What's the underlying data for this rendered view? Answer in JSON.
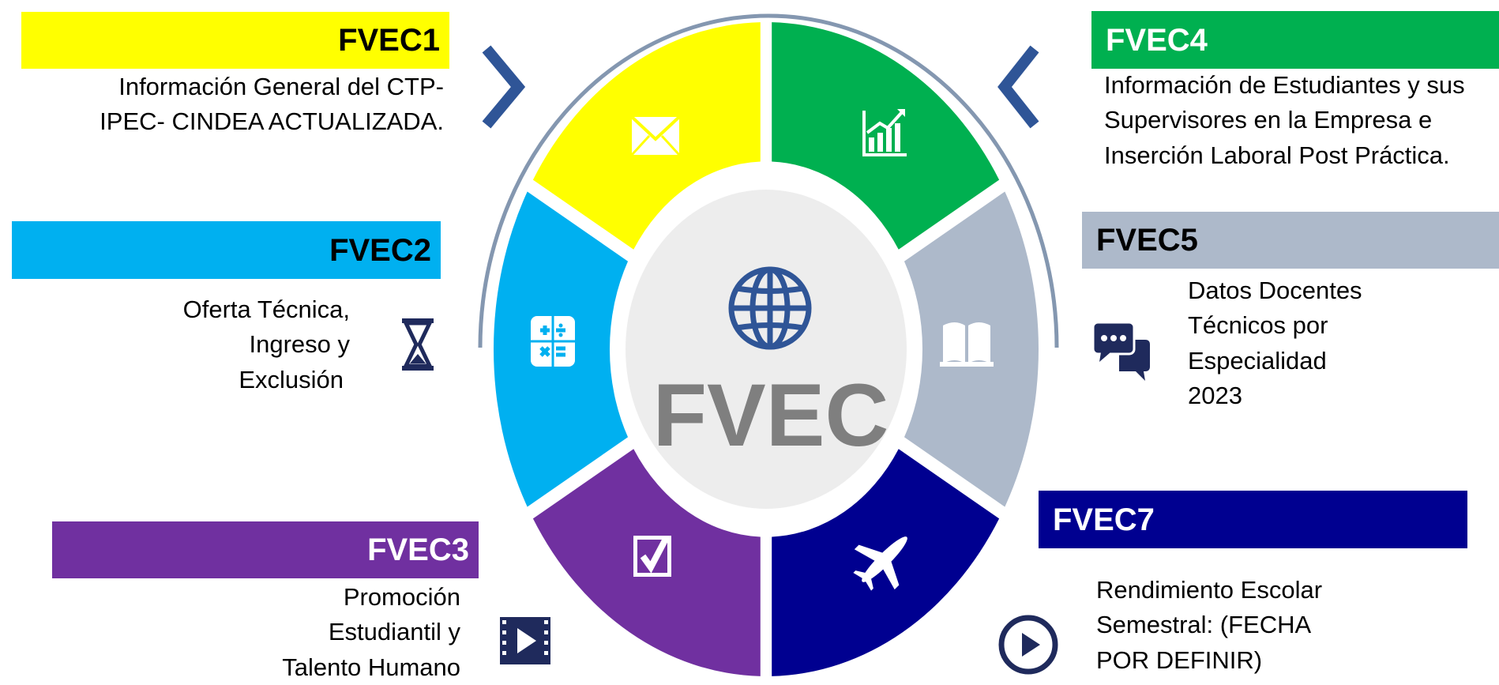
{
  "center": {
    "label": "FVEC",
    "icon": "globe-icon"
  },
  "segments": [
    {
      "id": "FVEC1",
      "color": "#FFFF00",
      "icon": "envelope-icon",
      "description": [
        "Información General del  CTP-",
        "IPEC- CINDEA  ACTUALIZADA."
      ]
    },
    {
      "id": "FVEC2",
      "color": "#00B0F0",
      "icon": "calculator-icon",
      "side_icon": "hourglass-icon",
      "description": [
        "Oferta Técnica,",
        "Ingreso y",
        "Exclusión"
      ]
    },
    {
      "id": "FVEC3",
      "color": "#7030A0",
      "icon": "checkbox-icon",
      "side_icon": "video-play-icon",
      "description": [
        "Promoción",
        "Estudiantil y",
        "Talento Humano"
      ]
    },
    {
      "id": "FVEC4",
      "color": "#00B050",
      "icon": "bar-chart-icon",
      "description": [
        "Información de Estudiantes y sus",
        "Supervisores en la Empresa e",
        "Inserción Laboral Post Práctica."
      ]
    },
    {
      "id": "FVEC5",
      "color": "#ADB9CA",
      "icon": "book-icon",
      "side_icon": "chat-bubbles-icon",
      "description": [
        "Datos Docentes",
        "Técnicos por",
        "Especialidad",
        "2023"
      ]
    },
    {
      "id": "FVEC7",
      "color": "#000090",
      "icon": "airplane-icon",
      "side_icon": "play-circle-icon",
      "description": [
        "Rendimiento Escolar",
        "Semestral:   (FECHA",
        "POR DEFINIR)"
      ]
    }
  ],
  "colors": {
    "arc": "#8497B0",
    "chevron": "#2F5597",
    "center_fill": "#EDEDED",
    "center_text": "#7F7F7F",
    "icon_navy": "#1F2A5C"
  }
}
